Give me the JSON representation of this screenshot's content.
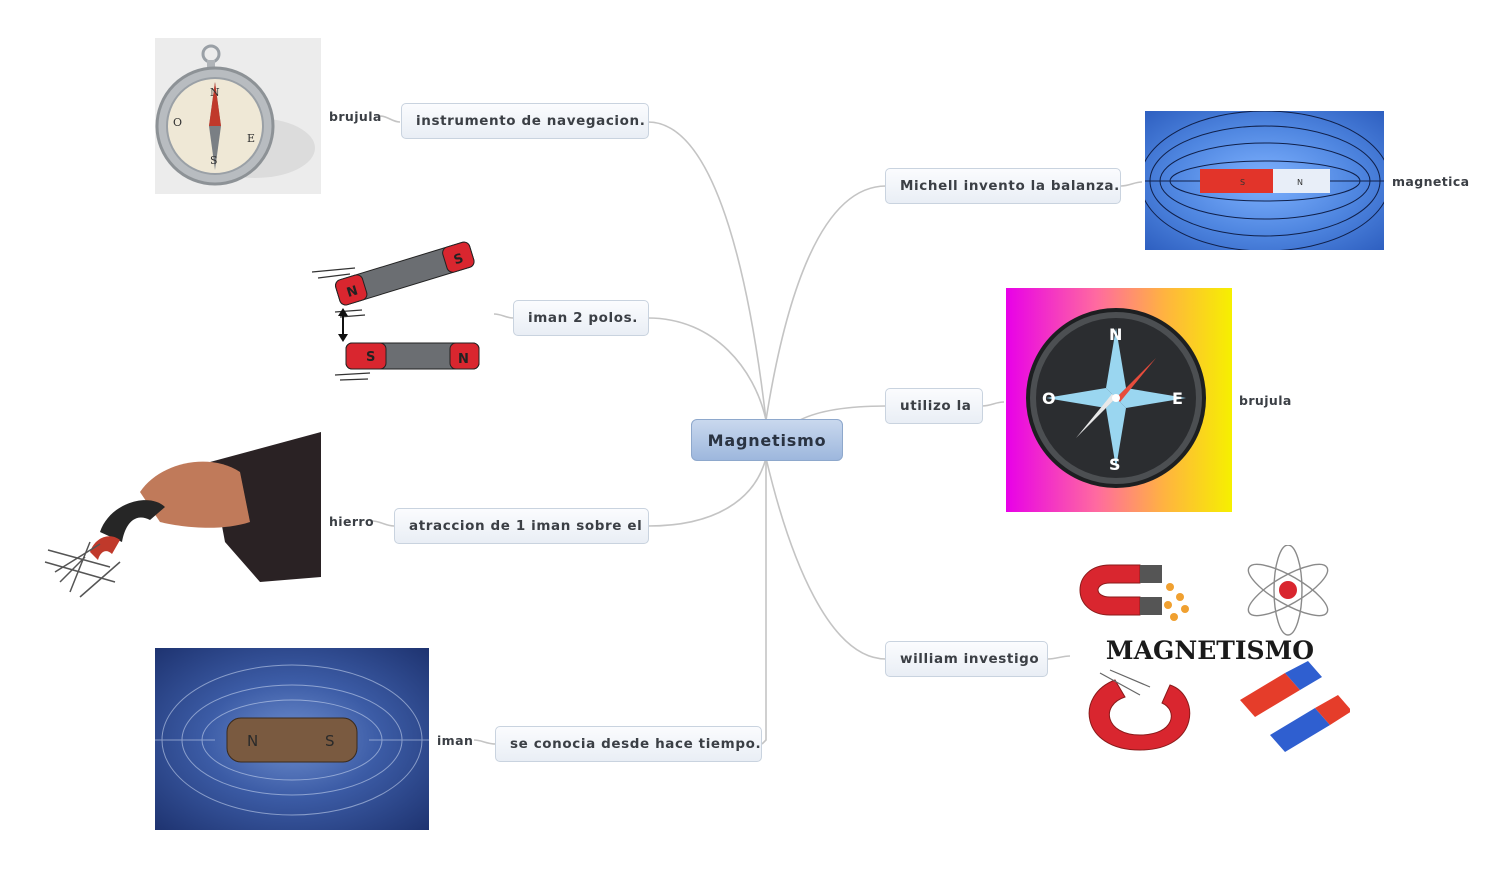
{
  "central": "Magnetismo",
  "left_branches": [
    {
      "text": "instrumento de navegacion.",
      "label": "brujula",
      "image": "pocket-compass-image"
    },
    {
      "text": "iman 2 polos.",
      "label": "",
      "image": "bar-magnets-image"
    },
    {
      "text": "atraccion de 1 iman sobre el",
      "label": "hierro",
      "image": "horseshoe-magnet-nails-image"
    },
    {
      "text": "se conocia desde hace tiempo.",
      "label": "iman",
      "image": "iron-filings-magnet-image"
    }
  ],
  "right_branches": [
    {
      "text": "Michell invento la balanza.",
      "label": "magnetica",
      "image": "magnetic-field-lines-image"
    },
    {
      "text": "utilizo la",
      "label": "brujula",
      "image": "compass-rose-image"
    },
    {
      "text": "william investigo",
      "label": "",
      "image": "magnetismo-collage-image"
    }
  ],
  "images": {
    "bar_magnet_top_letters": [
      "N",
      "S"
    ],
    "bar_magnet_bottom_letters": [
      "S",
      "N"
    ],
    "field_magnet_letters": [
      "S",
      "N"
    ],
    "filings_magnet_letters": [
      "N",
      "S"
    ],
    "compass_rose_letters": [
      "N",
      "E",
      "S",
      "O"
    ],
    "pocket_compass_letters": [
      "N",
      "E",
      "S",
      "O"
    ],
    "collage_title": "MAGNETISMO"
  },
  "colors": {
    "node_border": "#c9d3df",
    "central_fill": "#9db7dd",
    "connector": "#c4c4c4"
  }
}
